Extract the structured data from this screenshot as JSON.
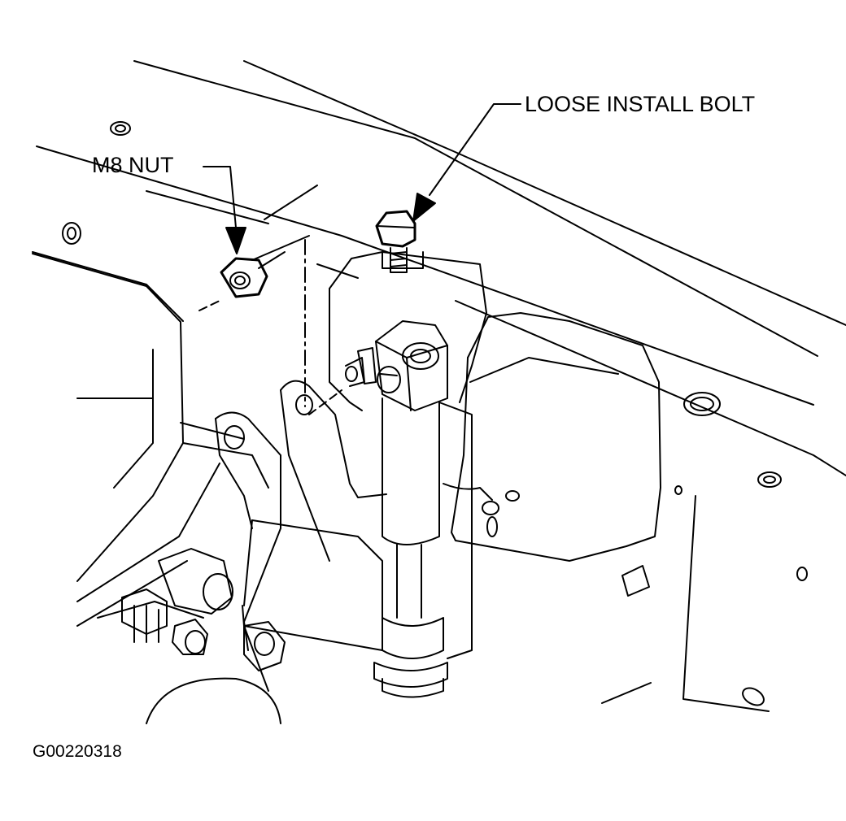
{
  "labels": {
    "loose_install_bolt": "LOOSE INSTALL BOLT",
    "m8_nut": "M8 NUT",
    "figure_id": "G00220318"
  },
  "colors": {
    "line": "#000000",
    "background": "#ffffff"
  }
}
